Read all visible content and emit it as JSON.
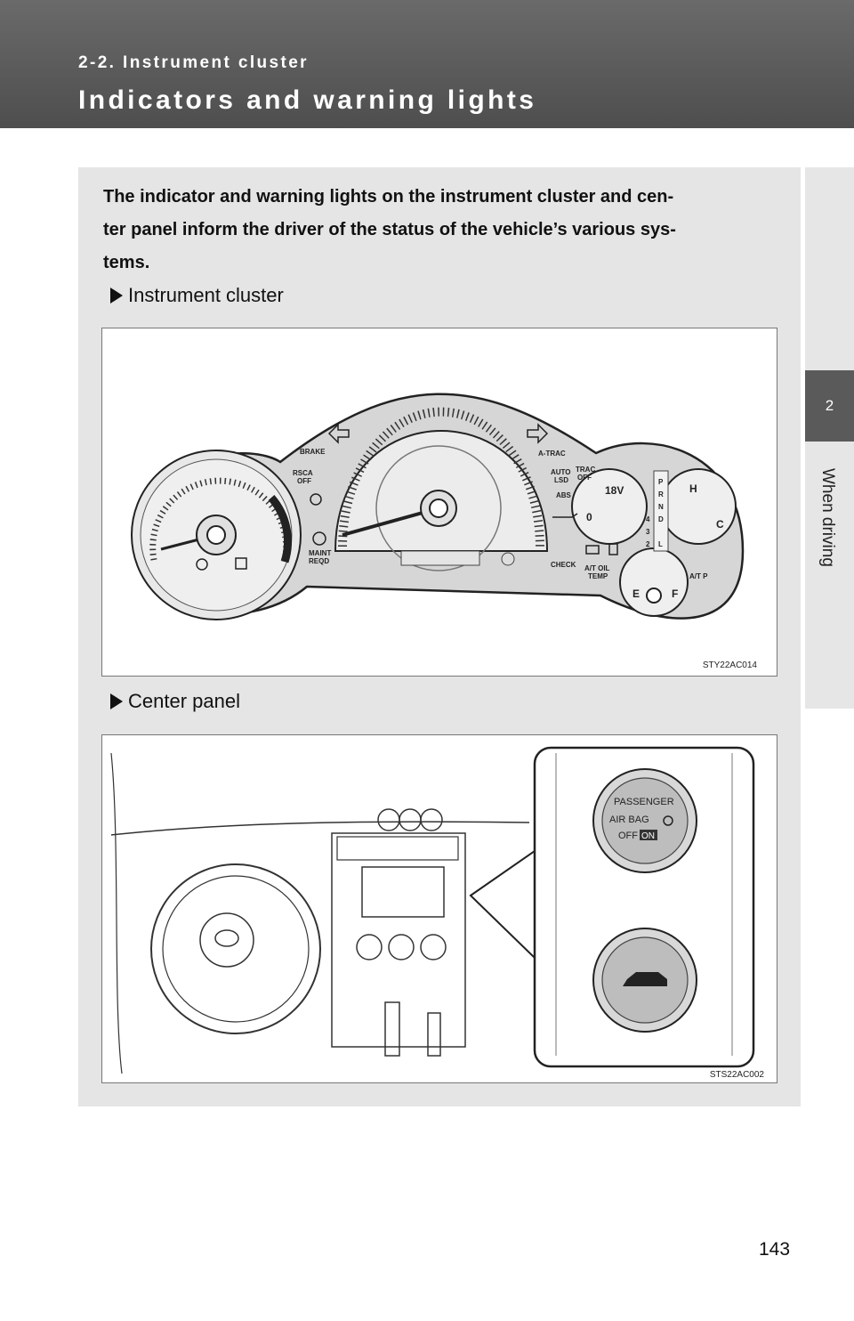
{
  "header": {
    "section": "2-2. Instrument cluster",
    "title": "Indicators and warning lights"
  },
  "side_tab": {
    "chapter": "2",
    "label": "When driving"
  },
  "intro": "The indicator and warning lights on the instrument cluster and center panel inform the driver of the status of the vehicle’s various systems.",
  "intro_lines": [
    "The indicator and warning lights on the instrument cluster and cen-",
    "ter panel inform the driver of the status of the vehicle’s various sys-",
    "tems."
  ],
  "sections": [
    {
      "heading": "Instrument cluster",
      "figure_code": "STY22AC014"
    },
    {
      "heading": "Center panel",
      "figure_code": "STS22AC002"
    }
  ],
  "cluster_labels": {
    "brake": "BRAKE",
    "rsca": "RSCA",
    "off": "OFF",
    "maint": "MAINT",
    "reqd": "REQD",
    "atrac": "A-TRAC",
    "auto": "AUTO",
    "lsd": "LSD",
    "trac": "TRAC",
    "abs": "ABS",
    "check": "CHECK",
    "at_oil": "A/T OIL",
    "temp": "TEMP",
    "atp": "A/T P",
    "v18": "18V",
    "zero": "0",
    "h": "H",
    "c": "C",
    "e": "E",
    "f": "F",
    "gears": [
      "P",
      "R",
      "N",
      "D",
      "L"
    ],
    "gears_left": [
      "4",
      "3",
      "2"
    ]
  },
  "passenger_airbag": {
    "line1": "PASSENGER",
    "line2": "AIR BAG",
    "off": "OFF",
    "on": "ON"
  },
  "page_number": "143"
}
